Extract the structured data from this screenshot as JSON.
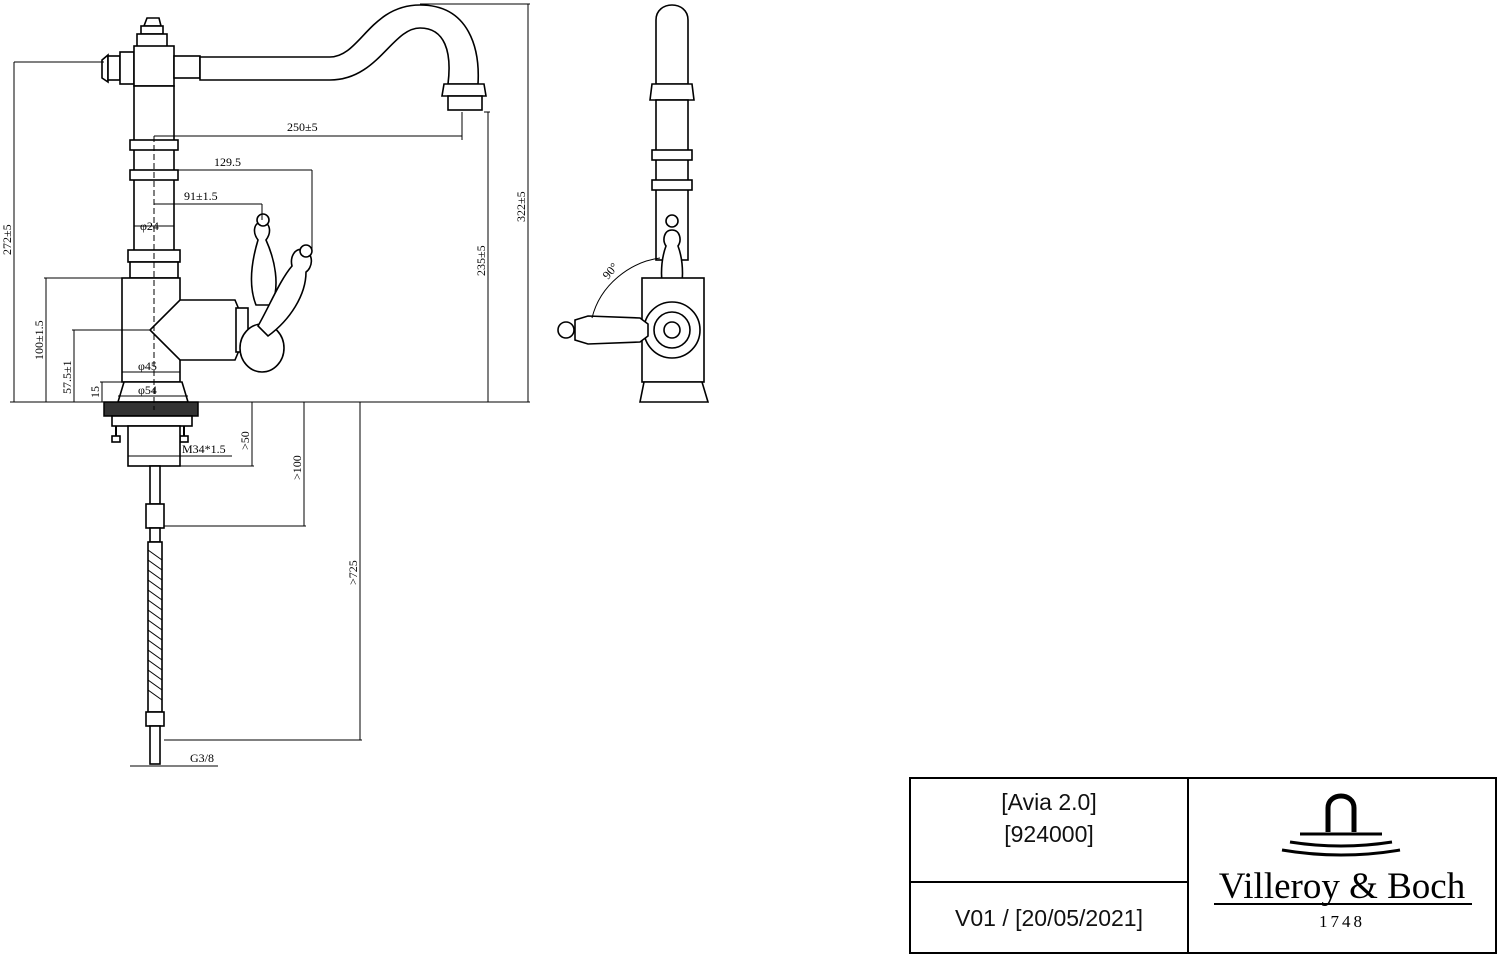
{
  "dimensions": {
    "side_view": {
      "spout_reach": "250±5",
      "height_total": "322±5",
      "height_body": "272±5",
      "spout_outlet_height": "235±5",
      "lever_reach": "129.5",
      "lever_offset": "91±1.5",
      "stem_diameter": "φ24",
      "base_height": "100±1.5",
      "lever_axis_height": "57.5±1",
      "plinth_height": "15",
      "body_diameter": "φ45",
      "base_diameter": "φ54",
      "thread": "M34*1.5",
      "shank_length": ">50",
      "shank_length_2": ">100",
      "hose_length": ">725",
      "hose_thread": "G3/8"
    },
    "front_view": {
      "lever_rotation": "90°"
    }
  },
  "title_block": {
    "product_name": "[Avia 2.0]",
    "product_code": "[924000]",
    "version": "V01 / [20/05/2021]",
    "brand": "Villeroy & Boch",
    "since": "1748"
  }
}
